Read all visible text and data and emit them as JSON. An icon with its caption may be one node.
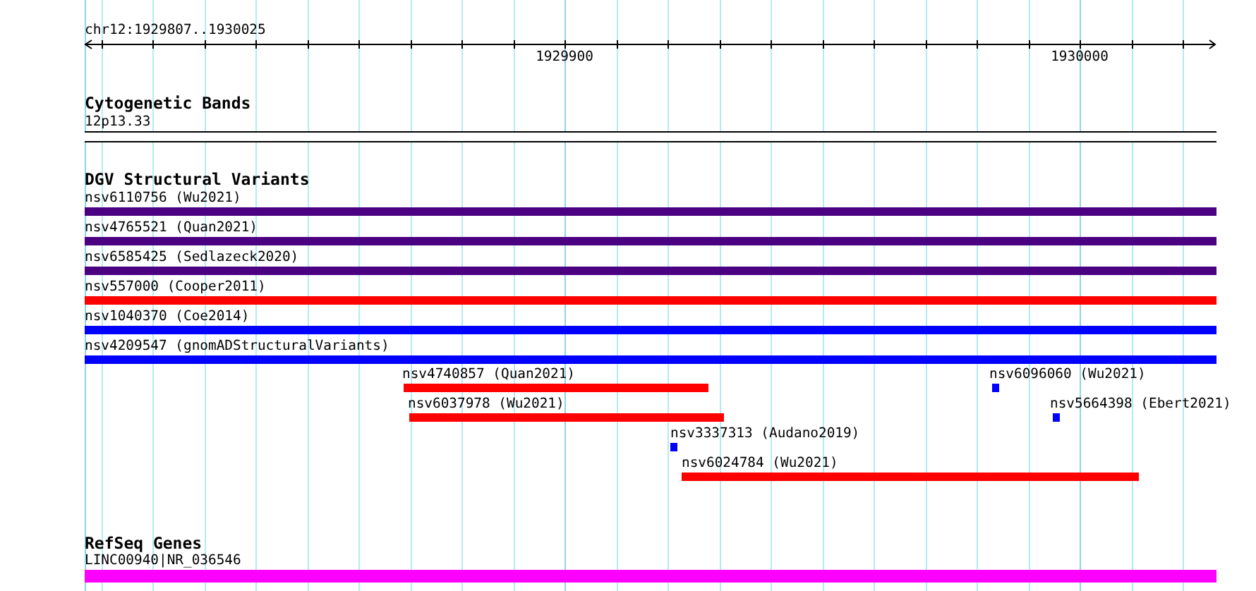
{
  "diagram": {
    "nodes": [
      {
        "text": [
          "12p13.33"
        ]
      },
      {
        "text": [
          "nsv6110756 (Wu2021)"
        ]
      },
      {
        "text": [
          "nsv4765521 (Quan2021)"
        ]
      },
      {
        "text": [
          "nsv6585425 (Sedlazeck2020)"
        ]
      },
      {
        "text": [
          "nsv557000 (Cooper2011)"
        ]
      },
      {
        "text": [
          "nsv1040370 (Coe2014)"
        ]
      },
      {
        "text": [
          "nsv4209547 (gnomADStructuralVariants)"
        ]
      },
      {
        "text": [
          "nsv4740857 (Quan2021)"
        ]
      },
      {
        "text": [
          "nsv6096060 (Wu2021)"
        ]
      },
      {
        "text": [
          "nsv6037978 (Wu2021)"
        ]
      },
      {
        "text": [
          "nsv5664398 (Ebert2021)"
        ]
      },
      {
        "text": [
          "nsv3337313 (Audano2019)"
        ]
      },
      {
        "text": [
          "nsv6024784 (Wu2021)"
        ]
      },
      {
        "text": [
          "LINC00940|NR_036546"
        ]
      }
    ],
    "labels": [
      "chr12:1929807..1930025",
      "1929900",
      "1930000",
      "Cytogenetic Bands",
      "DGV Structural Variants",
      "RefSeq Genes"
    ]
  }
}
